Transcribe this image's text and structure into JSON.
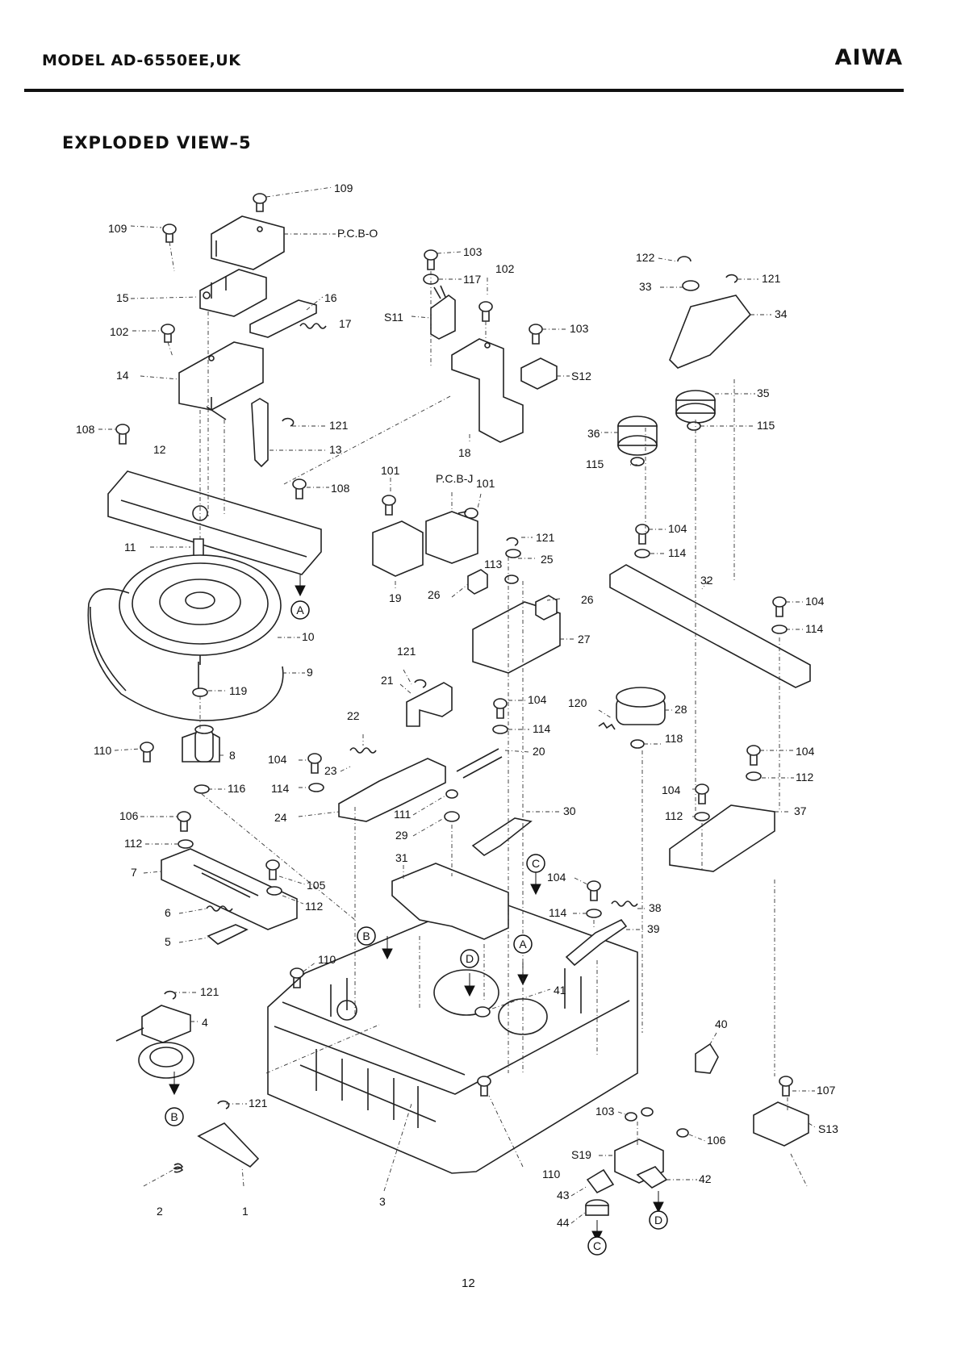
{
  "header": {
    "model": "MODEL AD-6550EE,UK",
    "brand": "AIWA"
  },
  "title": "EXPLODED VIEW–5",
  "page_number": "12",
  "callouts": [
    {
      "id": "c109a",
      "text": "109"
    },
    {
      "id": "c109b",
      "text": "109"
    },
    {
      "id": "cpcbo",
      "text": "P.C.B-O"
    },
    {
      "id": "c15",
      "text": "15"
    },
    {
      "id": "c16",
      "text": "16"
    },
    {
      "id": "c17",
      "text": "17"
    },
    {
      "id": "c102a",
      "text": "102"
    },
    {
      "id": "c14",
      "text": "14"
    },
    {
      "id": "c121a",
      "text": "121"
    },
    {
      "id": "c13",
      "text": "13"
    },
    {
      "id": "c108a",
      "text": "108"
    },
    {
      "id": "c12",
      "text": "12"
    },
    {
      "id": "c108b",
      "text": "108"
    },
    {
      "id": "c11",
      "text": "11"
    },
    {
      "id": "c10",
      "text": "10"
    },
    {
      "id": "c9",
      "text": "9"
    },
    {
      "id": "c119",
      "text": "119"
    },
    {
      "id": "c110a",
      "text": "110"
    },
    {
      "id": "c8",
      "text": "8"
    },
    {
      "id": "c116",
      "text": "116"
    },
    {
      "id": "c106a",
      "text": "106"
    },
    {
      "id": "c112a",
      "text": "112"
    },
    {
      "id": "c7",
      "text": "7"
    },
    {
      "id": "c105",
      "text": "105"
    },
    {
      "id": "c112b",
      "text": "112"
    },
    {
      "id": "c6",
      "text": "6"
    },
    {
      "id": "c5",
      "text": "5"
    },
    {
      "id": "c110b",
      "text": "110"
    },
    {
      "id": "c121b",
      "text": "121"
    },
    {
      "id": "c4",
      "text": "4"
    },
    {
      "id": "c121c",
      "text": "121"
    },
    {
      "id": "c2",
      "text": "2"
    },
    {
      "id": "c1",
      "text": "1"
    },
    {
      "id": "c3",
      "text": "3"
    },
    {
      "id": "c110c",
      "text": "110"
    },
    {
      "id": "c103a",
      "text": "103"
    },
    {
      "id": "c117",
      "text": "117"
    },
    {
      "id": "c102b",
      "text": "102"
    },
    {
      "id": "cs11",
      "text": "S11"
    },
    {
      "id": "c103b",
      "text": "103"
    },
    {
      "id": "cs12",
      "text": "S12"
    },
    {
      "id": "c18",
      "text": "18"
    },
    {
      "id": "c101a",
      "text": "101"
    },
    {
      "id": "cpcbj",
      "text": "P.C.B-J"
    },
    {
      "id": "c101b",
      "text": "101"
    },
    {
      "id": "c19",
      "text": "19"
    },
    {
      "id": "c121d",
      "text": "121"
    },
    {
      "id": "c25",
      "text": "25"
    },
    {
      "id": "c113",
      "text": "113"
    },
    {
      "id": "c26a",
      "text": "26"
    },
    {
      "id": "c26b",
      "text": "26"
    },
    {
      "id": "c27",
      "text": "27"
    },
    {
      "id": "c121e",
      "text": "121"
    },
    {
      "id": "c21",
      "text": "21"
    },
    {
      "id": "c22",
      "text": "22"
    },
    {
      "id": "c104a",
      "text": "104"
    },
    {
      "id": "c114a",
      "text": "114"
    },
    {
      "id": "c20",
      "text": "20"
    },
    {
      "id": "c104b",
      "text": "104"
    },
    {
      "id": "c23",
      "text": "23"
    },
    {
      "id": "c114b",
      "text": "114"
    },
    {
      "id": "c24",
      "text": "24"
    },
    {
      "id": "c111",
      "text": "111"
    },
    {
      "id": "c29",
      "text": "29"
    },
    {
      "id": "c30",
      "text": "30"
    },
    {
      "id": "c31",
      "text": "31"
    },
    {
      "id": "c120",
      "text": "120"
    },
    {
      "id": "c28",
      "text": "28"
    },
    {
      "id": "c118",
      "text": "118"
    },
    {
      "id": "c41",
      "text": "41"
    },
    {
      "id": "c122",
      "text": "122"
    },
    {
      "id": "c121f",
      "text": "121"
    },
    {
      "id": "c33",
      "text": "33"
    },
    {
      "id": "c34",
      "text": "34"
    },
    {
      "id": "c35",
      "text": "35"
    },
    {
      "id": "c36",
      "text": "36"
    },
    {
      "id": "c115a",
      "text": "115"
    },
    {
      "id": "c115b",
      "text": "115"
    },
    {
      "id": "c104c",
      "text": "104"
    },
    {
      "id": "c114c",
      "text": "114"
    },
    {
      "id": "c32",
      "text": "32"
    },
    {
      "id": "c104d",
      "text": "104"
    },
    {
      "id": "c114d",
      "text": "114"
    },
    {
      "id": "c104e",
      "text": "104"
    },
    {
      "id": "c112c",
      "text": "112"
    },
    {
      "id": "c104f",
      "text": "104"
    },
    {
      "id": "c112d",
      "text": "112"
    },
    {
      "id": "c37",
      "text": "37"
    },
    {
      "id": "c104g",
      "text": "104"
    },
    {
      "id": "c38",
      "text": "38"
    },
    {
      "id": "c114e",
      "text": "114"
    },
    {
      "id": "c39",
      "text": "39"
    },
    {
      "id": "c40",
      "text": "40"
    },
    {
      "id": "c107",
      "text": "107"
    },
    {
      "id": "cs13",
      "text": "S13"
    },
    {
      "id": "c103c",
      "text": "103"
    },
    {
      "id": "c106b",
      "text": "106"
    },
    {
      "id": "cs19",
      "text": "S19"
    },
    {
      "id": "c42",
      "text": "42"
    },
    {
      "id": "c43",
      "text": "43"
    },
    {
      "id": "c44",
      "text": "44"
    }
  ],
  "markers": [
    {
      "id": "mA1",
      "text": "A"
    },
    {
      "id": "mA2",
      "text": "A"
    },
    {
      "id": "mB1",
      "text": "B"
    },
    {
      "id": "mB2",
      "text": "B"
    },
    {
      "id": "mC1",
      "text": "C"
    },
    {
      "id": "mC2",
      "text": "C"
    },
    {
      "id": "mD1",
      "text": "D"
    },
    {
      "id": "mD2",
      "text": "D"
    }
  ]
}
